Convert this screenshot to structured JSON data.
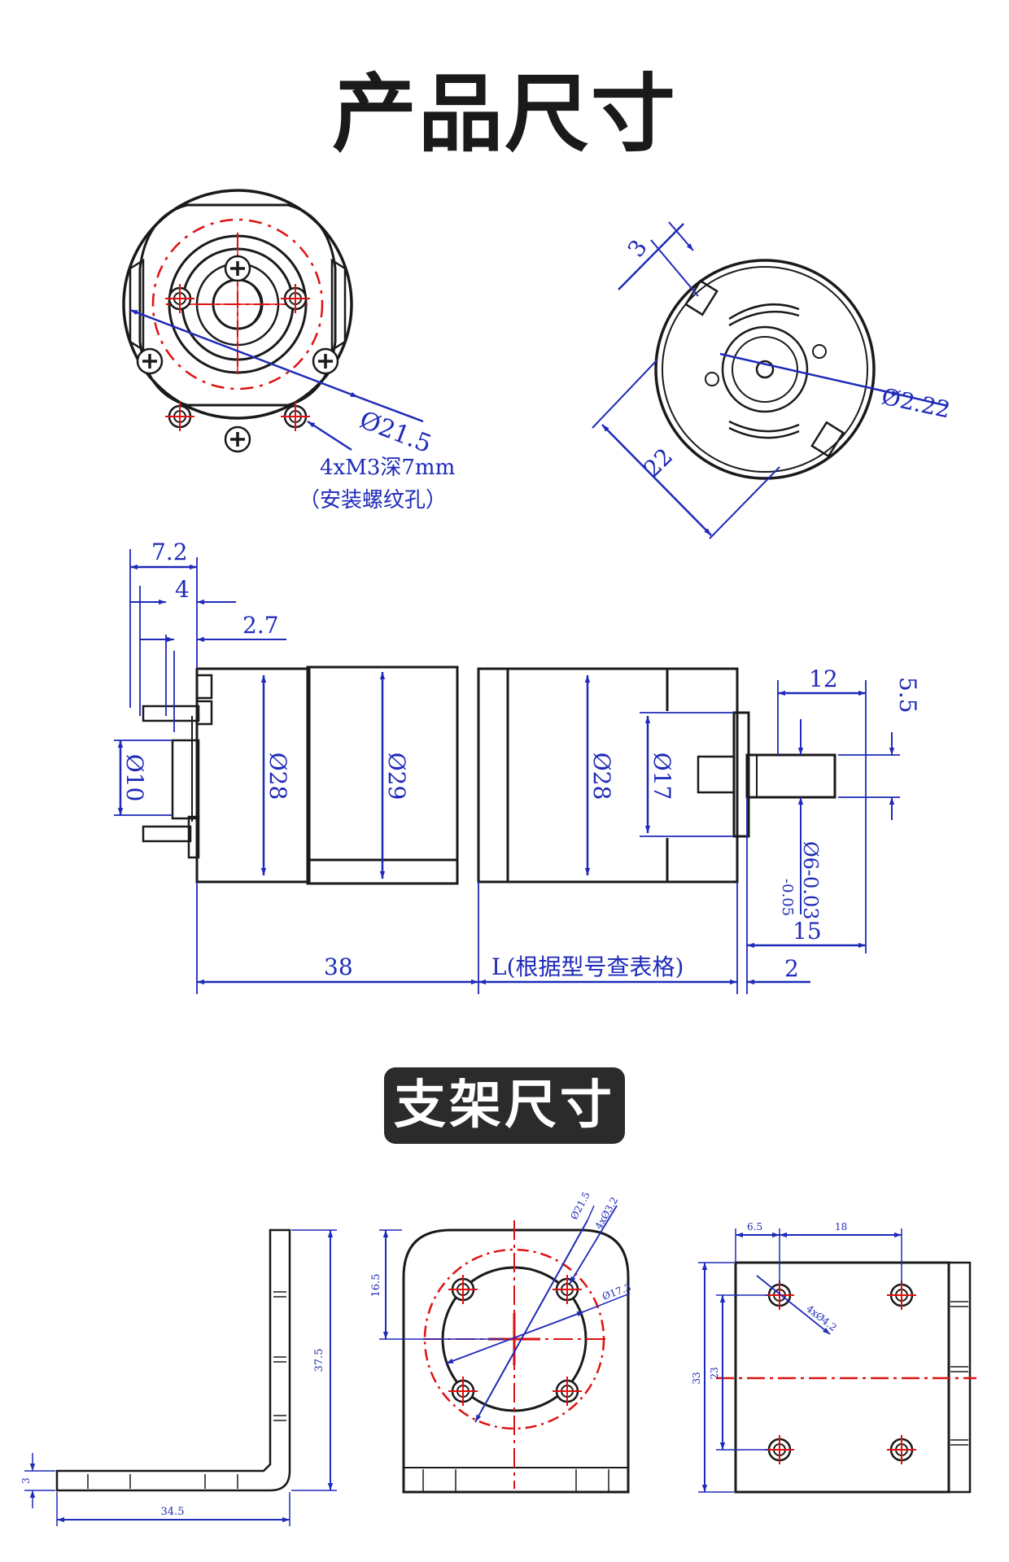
{
  "page_title": "产品尺寸",
  "bracket_badge": "支架尺寸",
  "front_view": {
    "dia_label": "Ø21.5",
    "hole_note": "4xM3深7mm",
    "hole_note_sub": "（安装螺纹孔）"
  },
  "rear_view": {
    "offset_label": "3",
    "shaft_dia_label": "Ø2.22",
    "width_label": "22"
  },
  "side_view": {
    "dim_7_2": "7.2",
    "dim_4": "4",
    "dim_2_7": "2.7",
    "dim_d10": "Ø10",
    "dim_d28_motor": "Ø28",
    "dim_d29": "Ø29",
    "dim_d28_gear": "Ø28",
    "dim_d17": "Ø17",
    "dim_12": "12",
    "dim_5_5": "5.5",
    "dim_shaft": "Ø6-0.03",
    "dim_shaft_tol": "-0.05",
    "dim_15": "15",
    "dim_38": "38",
    "dim_L": "L(根据型号查表格)",
    "dim_2": "2"
  },
  "bracket_side": {
    "height_label": "37.5",
    "thick_label": "3",
    "length_label": "34.5"
  },
  "bracket_front": {
    "offset_label": "16.5",
    "pcd_label": "Ø21.5",
    "holes_label": "4xØ3.2",
    "bore_label": "Ø17.3"
  },
  "bracket_base": {
    "edge_label": "6.5",
    "spacing_label": "18",
    "holes_label": "4xØ4.2",
    "depth_label": "33",
    "center_label": "23"
  }
}
